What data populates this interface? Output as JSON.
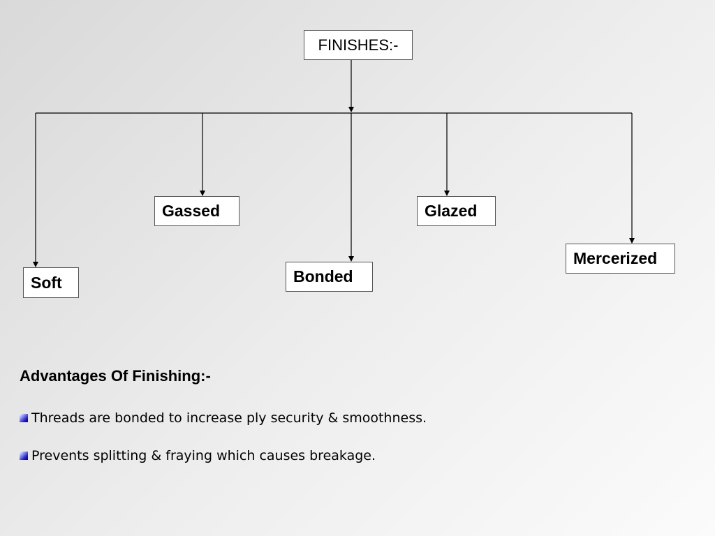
{
  "diagram": {
    "root": {
      "label": "FINISHES:-"
    },
    "children": [
      {
        "id": "gassed",
        "label": "Gassed"
      },
      {
        "id": "glazed",
        "label": "Glazed"
      },
      {
        "id": "mercerized",
        "label": "Mercerized"
      },
      {
        "id": "bonded",
        "label": "Bonded"
      },
      {
        "id": "soft",
        "label": "Soft"
      }
    ]
  },
  "advantages": {
    "heading": "Advantages Of Finishing:-",
    "items": [
      "Threads are bonded to increase ply security & smoothness.",
      "Prevents splitting & fraying which causes breakage."
    ]
  }
}
